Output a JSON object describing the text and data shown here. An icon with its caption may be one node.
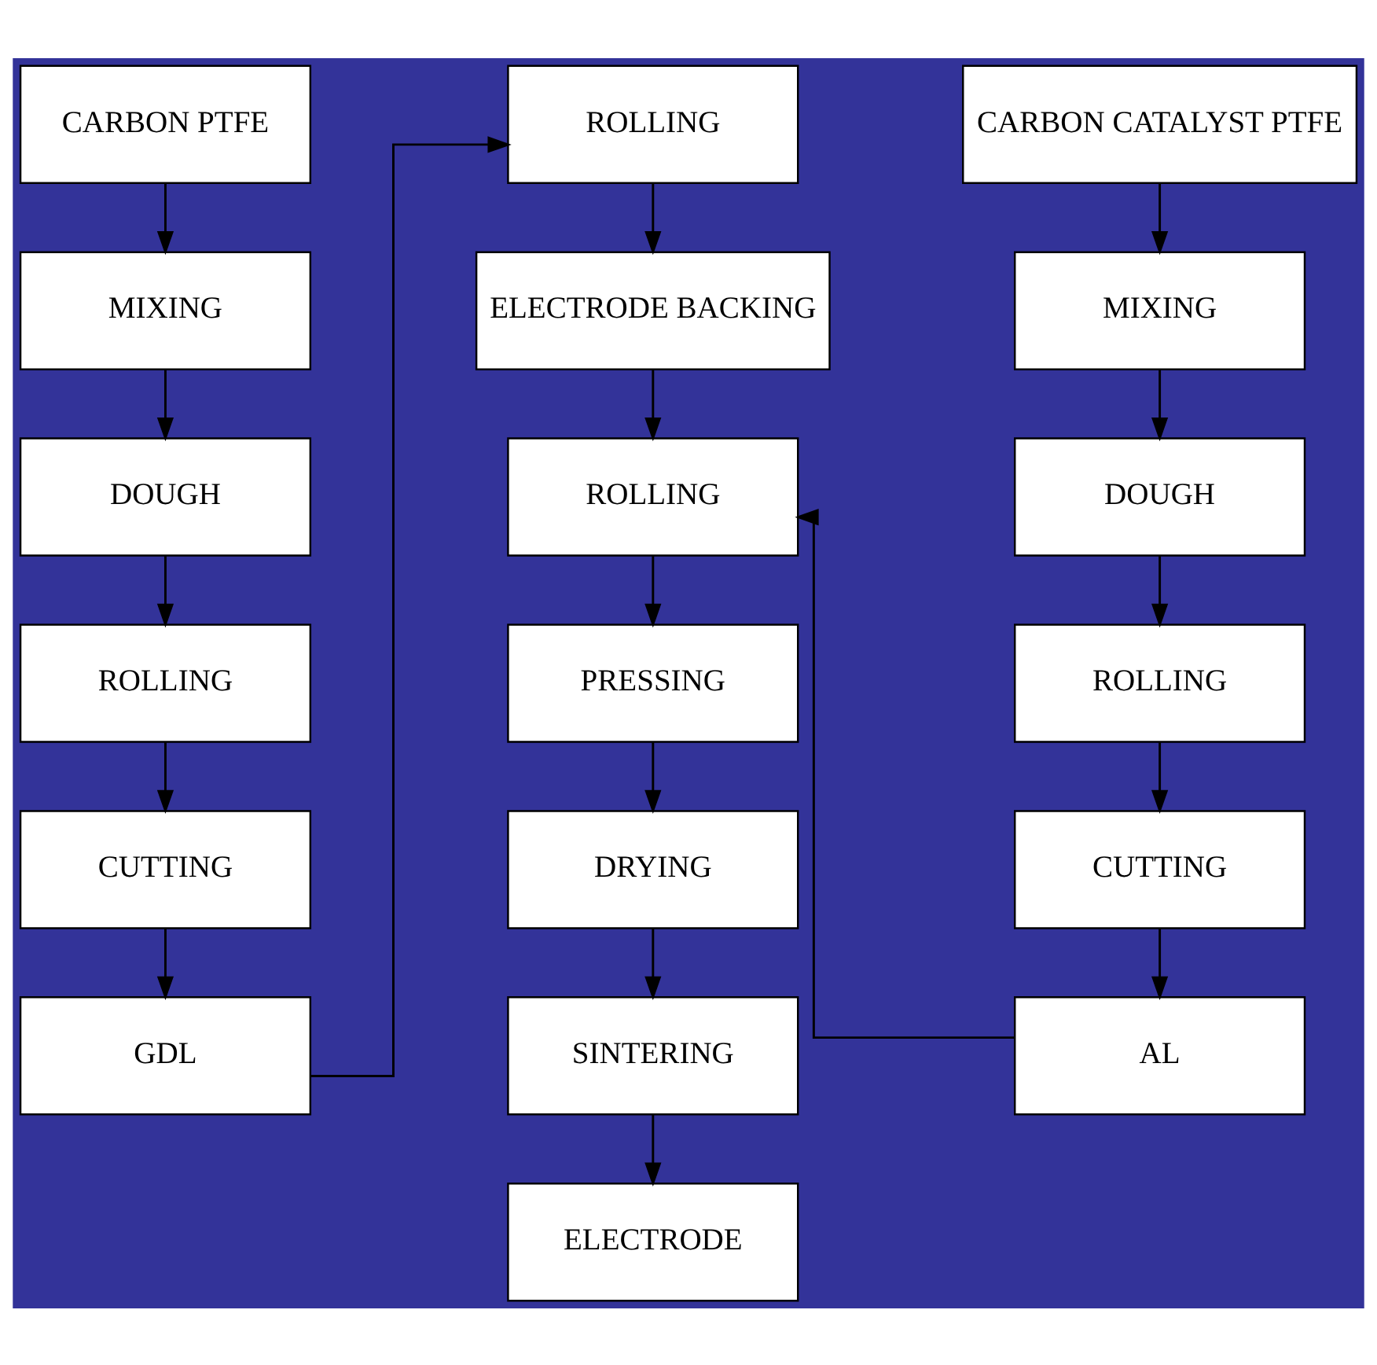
{
  "diagram": {
    "nodes": [
      {
        "text": [
          "CARBON PTFE"
        ]
      },
      {
        "text": [
          "MIXING"
        ]
      },
      {
        "text": [
          "DOUGH"
        ]
      },
      {
        "text": [
          "ROLLING"
        ]
      },
      {
        "text": [
          "CUTTING"
        ]
      },
      {
        "text": [
          "GDL"
        ]
      },
      {
        "text": [
          "ROLLING"
        ]
      },
      {
        "text": [
          "ELECTRODE BACKING"
        ]
      },
      {
        "text": [
          "ROLLING"
        ]
      },
      {
        "text": [
          "PRESSING"
        ]
      },
      {
        "text": [
          "DRYING"
        ]
      },
      {
        "text": [
          "SINTERING"
        ]
      },
      {
        "text": [
          "ELECTRODE"
        ]
      },
      {
        "text": [
          "CARBON CATALYST PTFE"
        ]
      },
      {
        "text": [
          "MIXING"
        ]
      },
      {
        "text": [
          "DOUGH"
        ]
      },
      {
        "text": [
          "ROLLING"
        ]
      },
      {
        "text": [
          "CUTTING"
        ]
      },
      {
        "text": [
          "AL"
        ]
      }
    ],
    "edges": [
      {
        "from": 0,
        "to": 1,
        "arrow": "to"
      },
      {
        "from": 1,
        "to": 2,
        "arrow": "to"
      },
      {
        "from": 2,
        "to": 3,
        "arrow": "to"
      },
      {
        "from": 3,
        "to": 4,
        "arrow": "to"
      },
      {
        "from": 4,
        "to": 5,
        "arrow": "to"
      },
      {
        "from": 5,
        "to": 6,
        "arrow": "to"
      },
      {
        "from": 6,
        "to": 7,
        "arrow": "to"
      },
      {
        "from": 7,
        "to": 8,
        "arrow": "to"
      },
      {
        "from": 8,
        "to": 9,
        "arrow": "to"
      },
      {
        "from": 9,
        "to": 10,
        "arrow": "to"
      },
      {
        "from": 10,
        "to": 11,
        "arrow": "to"
      },
      {
        "from": 11,
        "to": 12,
        "arrow": "to"
      },
      {
        "from": 13,
        "to": 14,
        "arrow": "to"
      },
      {
        "from": 14,
        "to": 15,
        "arrow": "to"
      },
      {
        "from": 15,
        "to": 16,
        "arrow": "to"
      },
      {
        "from": 16,
        "to": 17,
        "arrow": "to"
      },
      {
        "from": 17,
        "to": 18,
        "arrow": "to"
      },
      {
        "from": 18,
        "to": 8,
        "arrow": "to"
      }
    ]
  }
}
